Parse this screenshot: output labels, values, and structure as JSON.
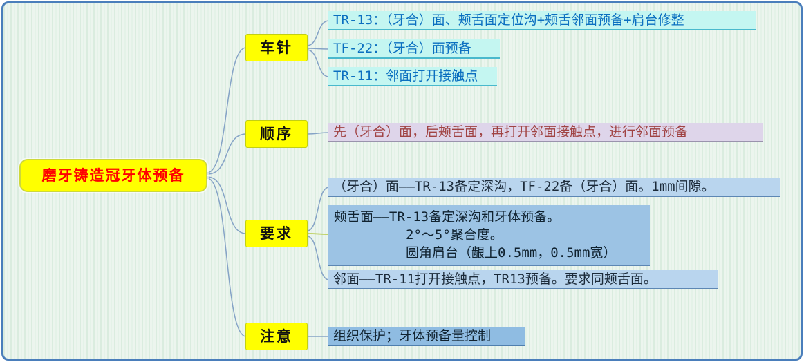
{
  "root": {
    "label": "磨牙铸造冠牙体预备"
  },
  "branches": [
    {
      "label": "车针",
      "children": [
        {
          "text": "TR-13：（牙合）面、颊舌面定位沟+颊舌邻面预备+肩台修整"
        },
        {
          "text": "TF-22：（牙合）面预备"
        },
        {
          "text": "TR-11：邻面打开接触点"
        }
      ]
    },
    {
      "label": "顺序",
      "children": [
        {
          "text": "先（牙合）面，后颊舌面，再打开邻面接触点，进行邻面预备"
        }
      ]
    },
    {
      "label": "要求",
      "children": [
        {
          "text": "（牙合）面——TR-13备定深沟，TF-22备（牙合）面。1mm间隙。"
        },
        {
          "lines": [
            "颊舌面——TR-13备定深沟和牙体预备。",
            "2°～5°聚合度。",
            "圆角肩台（龈上0.5mm，0.5mm宽）"
          ]
        },
        {
          "text": "邻面——TR-11打开接触点，TR13预备。要求同颊舌面。"
        }
      ]
    },
    {
      "label": "注意",
      "children": [
        {
          "text": "组织保护；牙体预备量控制"
        }
      ]
    }
  ],
  "colors": {
    "frame_border": "#4a7ebb",
    "background": "#ecf5ee",
    "root_bg": "#ffff00",
    "root_text": "#ff0000",
    "branch_bg": "#ffff00",
    "branch_text": "#111111",
    "leaf_cyan_bg": "#c4f6f1",
    "leaf_cyan_text": "#0b6fc0",
    "leaf_purple_bg": "#ded5ea",
    "leaf_purple_text": "#a04343",
    "leaf_blue_bg": "#b9d5ee",
    "leaf_blue_dark_bg": "#9cc3e4",
    "leaf_notes_bg": "#8fbce2",
    "connector": "#85a3c6",
    "connector_green": "#b8cc4e"
  }
}
